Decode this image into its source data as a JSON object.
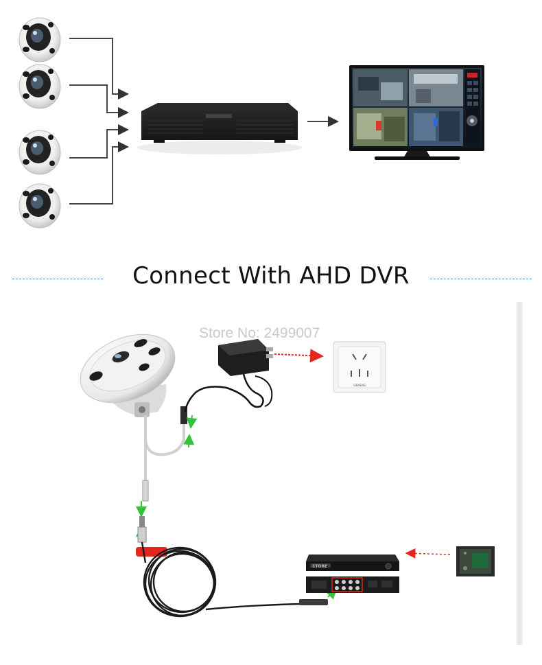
{
  "heading": {
    "text": "Connect With AHD DVR"
  },
  "watermark": {
    "text": "Store No: 2499007"
  },
  "dvr_label": {
    "text": "STORE"
  },
  "socket_label": {
    "text": "SIEMENS"
  },
  "colors": {
    "divider": "#3b86c7",
    "arrow_red": "#e0281e",
    "arrow_green": "#34c23a",
    "cable": "#111111"
  },
  "top_diagram": {
    "camera_count": 4,
    "monitor_quad_views": 4
  }
}
